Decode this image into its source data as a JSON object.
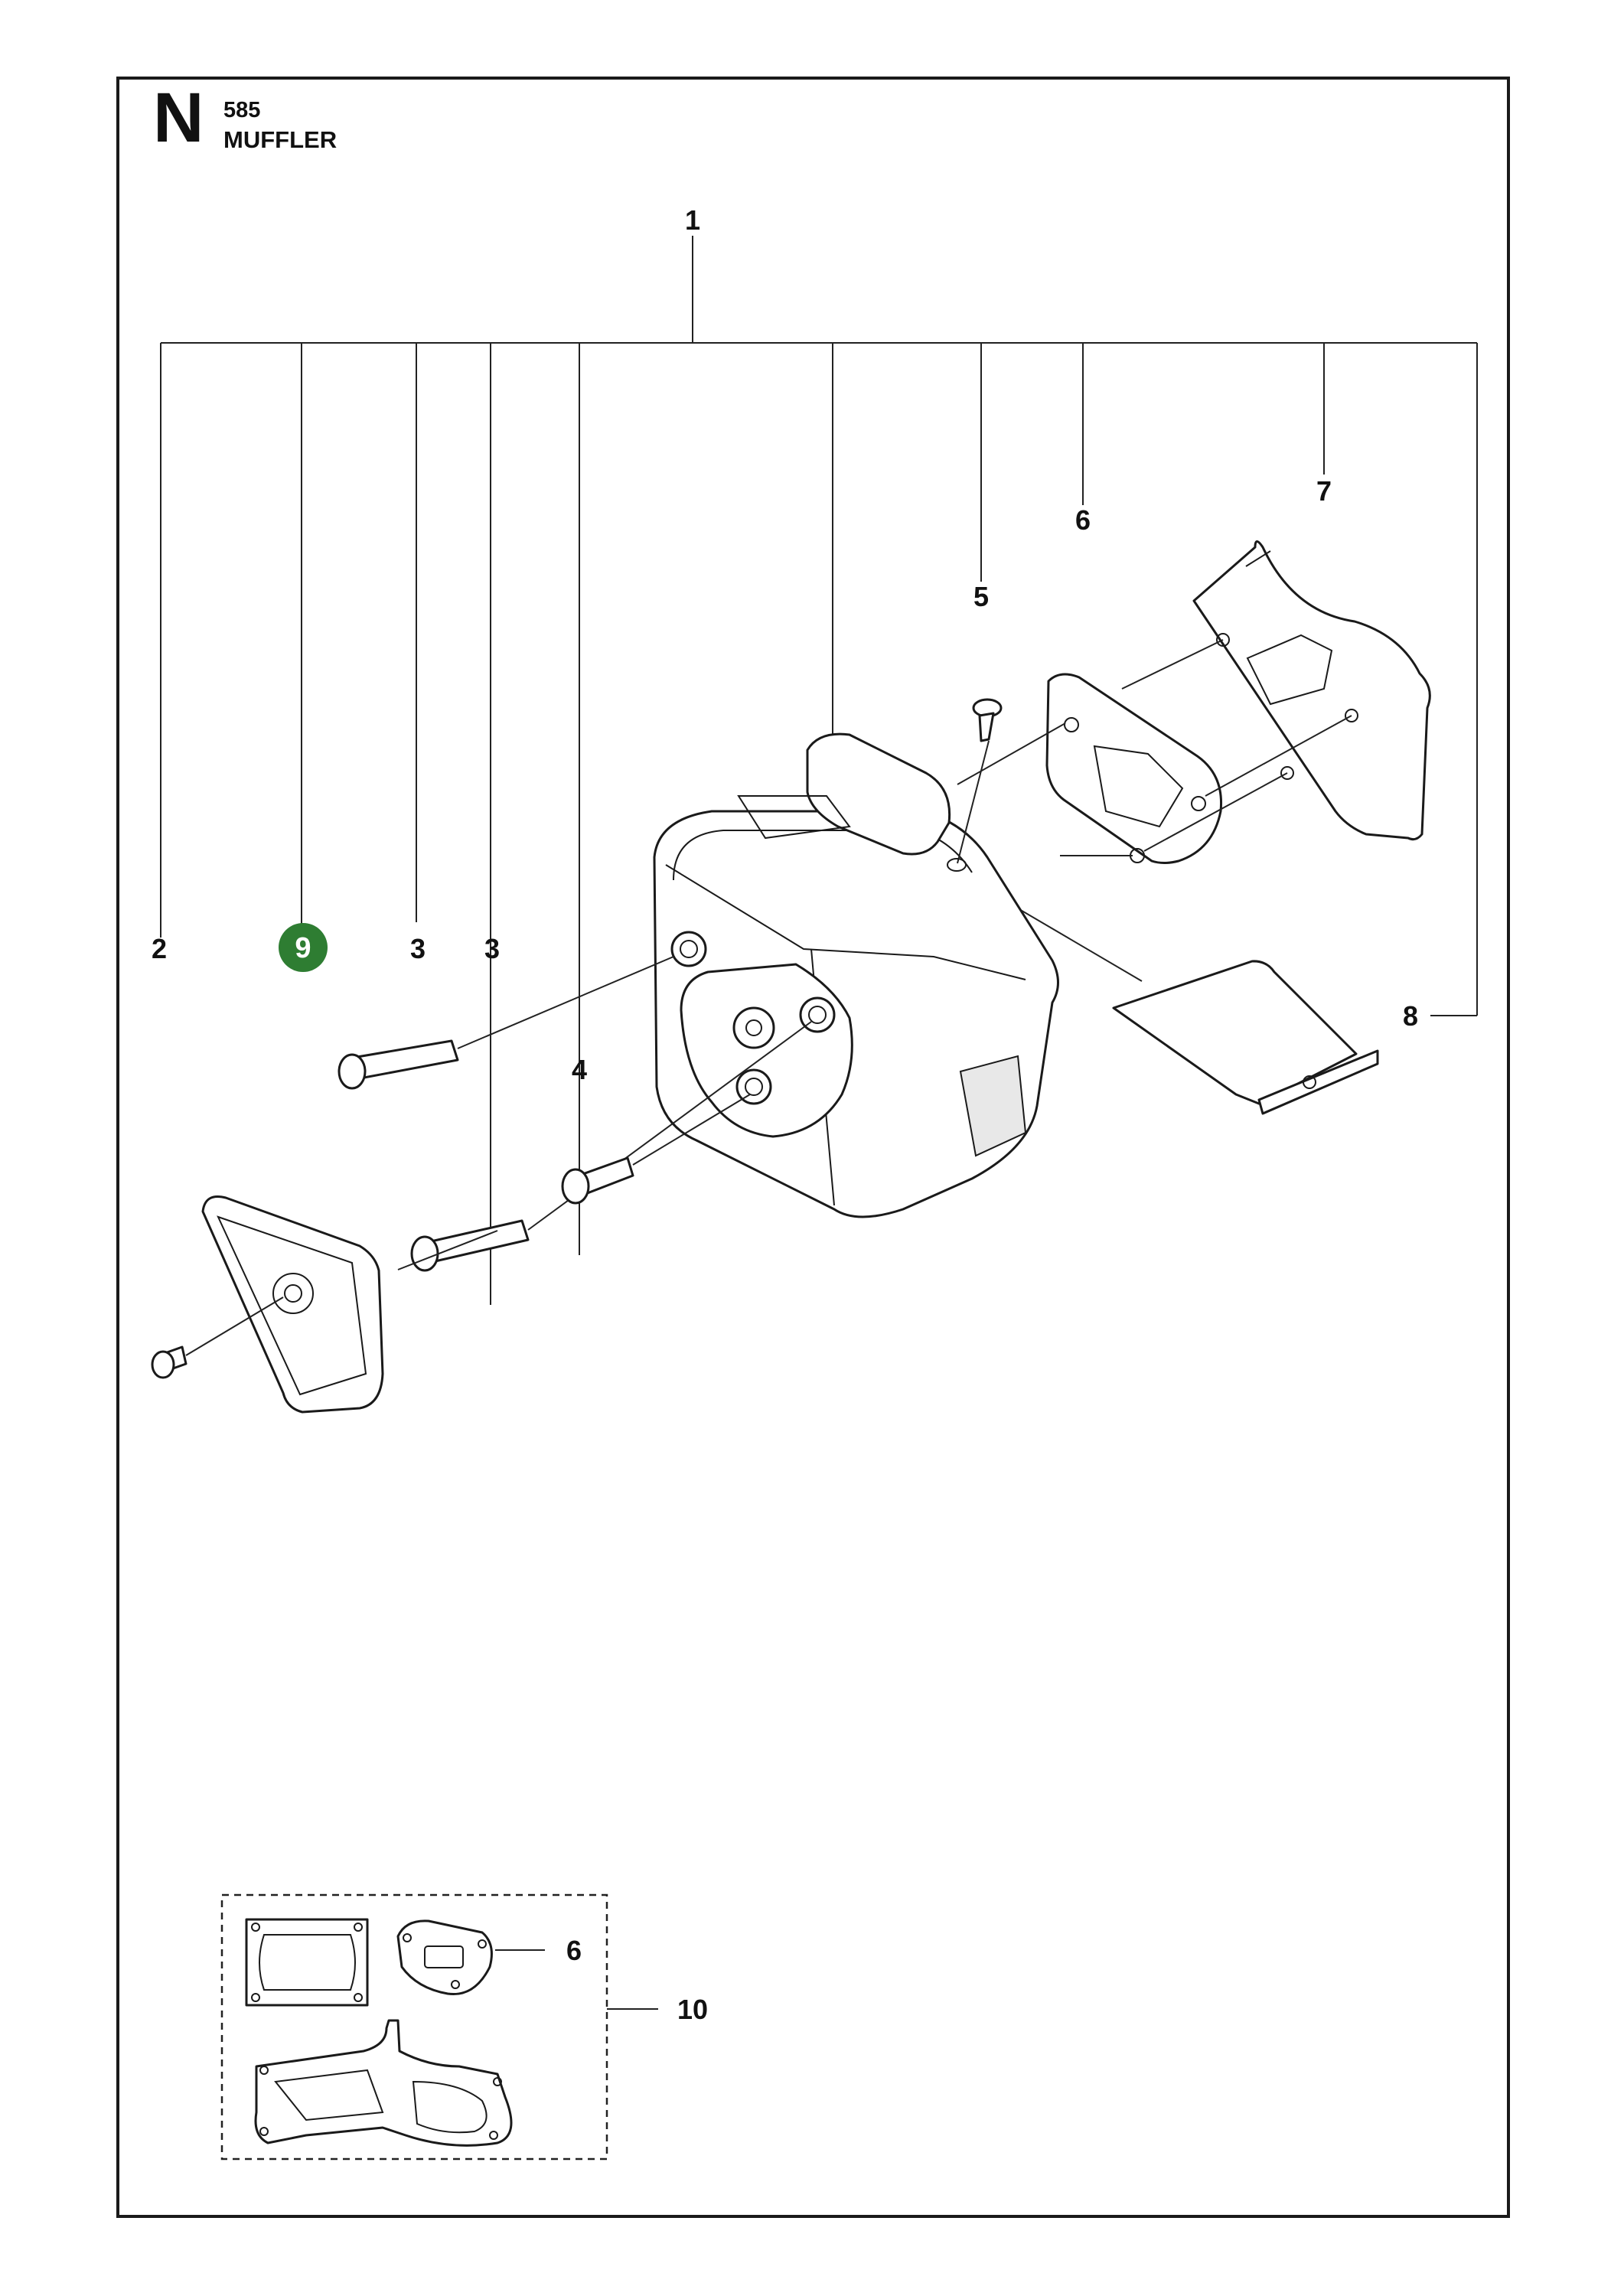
{
  "header": {
    "section_letter": "N",
    "model": "585",
    "title": "MUFFLER"
  },
  "callouts": {
    "c1": "1",
    "c2": "2",
    "c3a": "3",
    "c3b": "3",
    "c4": "4",
    "c5": "5",
    "c6": "6",
    "c7": "7",
    "c8": "8",
    "c9": "9",
    "c10": "10",
    "c6_kit": "6"
  },
  "colors": {
    "highlight_badge": "#2e7d32",
    "line": "#1a1a1a"
  }
}
